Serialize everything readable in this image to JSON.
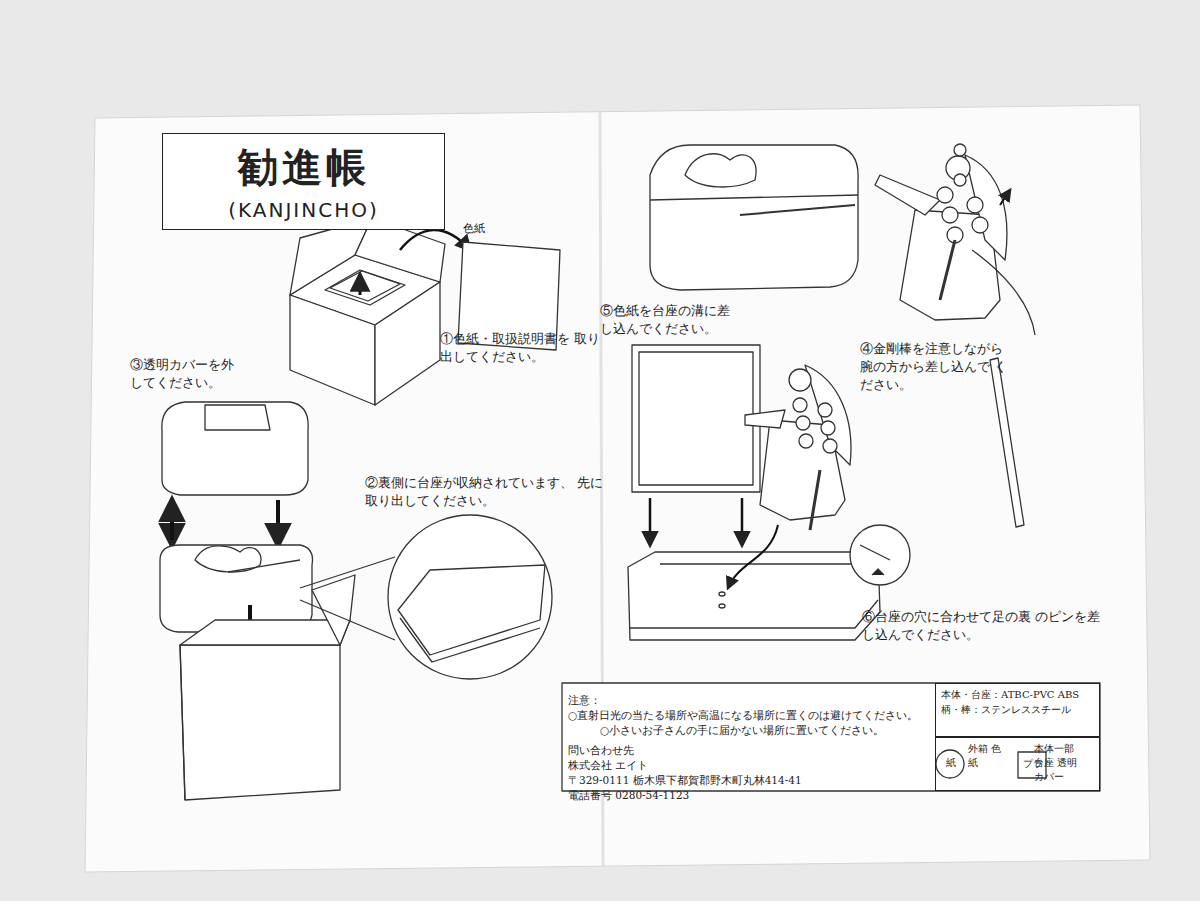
{
  "diagram": {
    "nodes": [
      {
        "text": [
          "勧進帳",
          "(KANJINCHO)"
        ]
      },
      {
        "text": [
          "注意：",
          "○直射日光の当たる場所や高温になる場所に置くのは避けてください。",
          "○小さいお子さんの手に届かない場所に置いてください。",
          "問い合わせ先",
          "株式会社 エイト",
          "〒329-0111 栃木県下都賀郡野木町丸林414-41",
          "電話番号 0280-54-1123"
        ]
      },
      {
        "text": [
          "本体・台座：ATBC-PVC ABS",
          "柄・棒：ステンレススチール"
        ]
      },
      {
        "text": [
          "外箱 色紙",
          "本体一部 台座 透明カバー"
        ]
      }
    ],
    "labels": [
      "色紙",
      "①色紙・取扱説明書を 取り出してください。",
      "③透明カバーを外 してください。",
      "②裏側に台座が収納されています、 先に取り出してください。",
      "⑤色紙を台座の溝に差 し込んでください。",
      "④金剛棒を注意しながら 腕の方から差し込んで ください。",
      "⑥台座の穴に合わせて足の裏 のピンを差し込んでください。",
      "紙",
      "プラ"
    ]
  }
}
